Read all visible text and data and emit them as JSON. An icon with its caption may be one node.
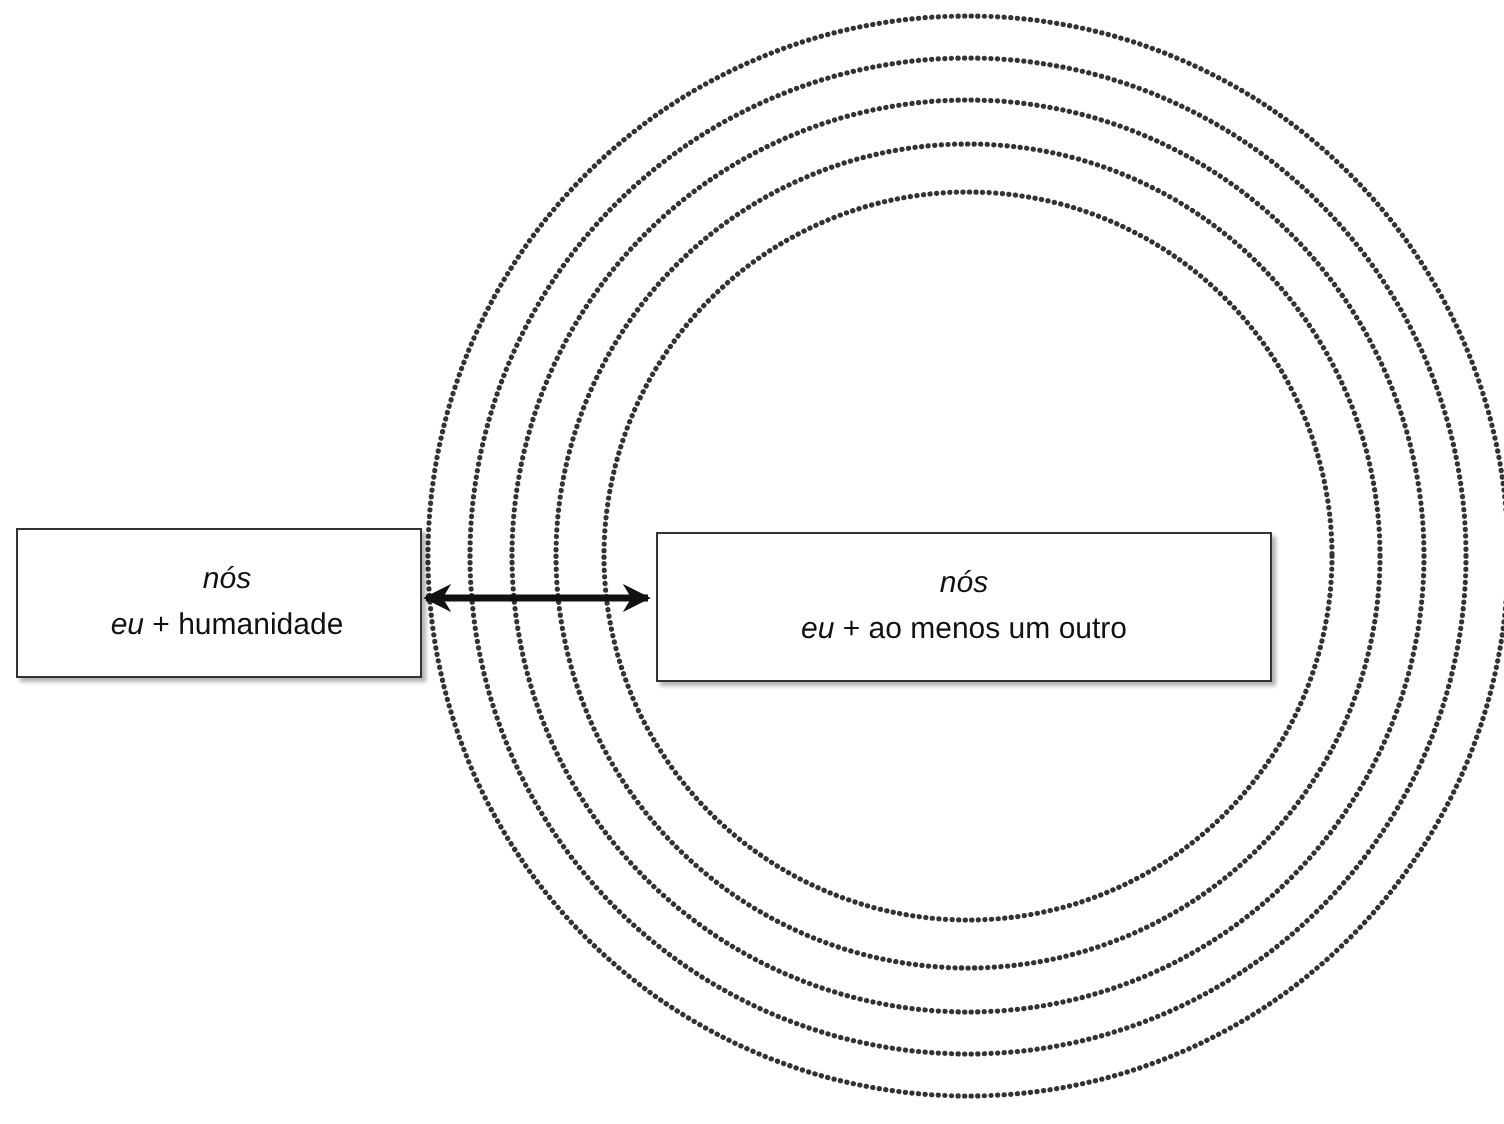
{
  "diagram": {
    "nodes": [
      {
        "text": [
          "nós",
          "*eu* + humanidade"
        ]
      },
      {
        "text": [
          "nós",
          "*eu* + ao menos um outro"
        ]
      }
    ],
    "edges": [
      {
        "from": 0,
        "to": 1,
        "arrow": "both"
      }
    ]
  }
}
